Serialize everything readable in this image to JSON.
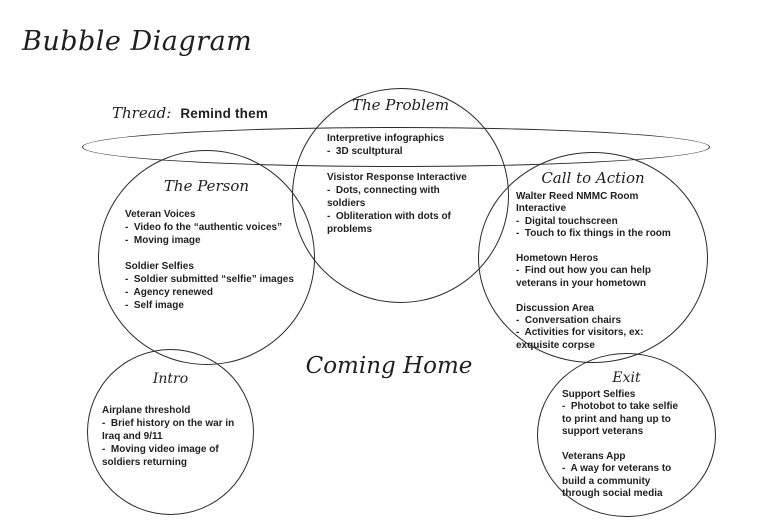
{
  "title": "Bubble Diagram",
  "thread": {
    "prefix": "Thread:",
    "text": "Remind them"
  },
  "center_label": "Coming Home",
  "colors": {
    "ink": "#1f1f1f",
    "line": "#2b2b2b",
    "background": "#ffffff"
  },
  "bubbles": {
    "problem": {
      "title": "The Problem",
      "lines": [
        "Interpretive infographics",
        "-  3D scultptural",
        "",
        "Visistor Response Interactive",
        "-  Dots, connecting with",
        "soldiers",
        "-  Obliteration with dots of",
        "problems"
      ]
    },
    "person": {
      "title": "The Person",
      "lines": [
        "Veteran Voices",
        "-  Video fo the “authentic voices”",
        "-  Moving image",
        "",
        "Soldier Selfies",
        "-  Soldier submitted “selfie” images",
        "-  Agency renewed",
        "-  Self image"
      ]
    },
    "call_to_action": {
      "title": "Call to Action",
      "lines": [
        "Walter Reed NMMC Room",
        "Interactive",
        "-  Digital touchscreen",
        "-  Touch to fix things in the room",
        "",
        "Hometown Heros",
        "-  Find out how you can help",
        "veterans in your hometown",
        "",
        "Discussion Area",
        "-  Conversation chairs",
        "-  Activities for visitors, ex:",
        "exquisite corpse"
      ]
    },
    "intro": {
      "title": "Intro",
      "lines": [
        "Airplane threshold",
        "-  Brief history on the war in",
        "Iraq and 9/11",
        "-  Moving video image of",
        "soldiers returning"
      ]
    },
    "exit": {
      "title": "Exit",
      "lines": [
        "Support Selfies",
        "-  Photobot to take selfie",
        "to print and hang up to",
        "support veterans",
        "",
        "Veterans App",
        "-  A way for veterans to",
        "build a community",
        "through social media"
      ]
    }
  }
}
